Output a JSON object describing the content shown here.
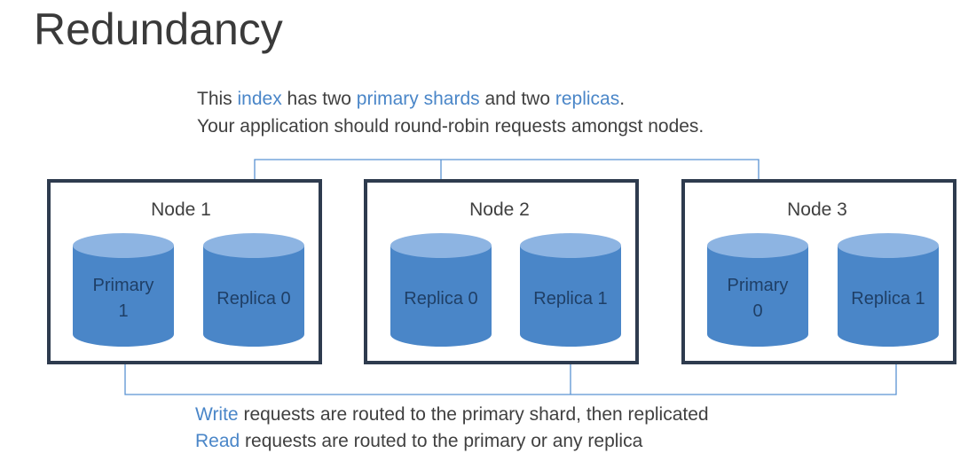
{
  "title": "Redundancy",
  "intro": {
    "line1": {
      "p1": "This ",
      "index": "index",
      "p2": " has two ",
      "primary_shards": "primary shards",
      "p3": " and two ",
      "replicas": "replicas",
      "p4": "."
    },
    "line2": "Your application should round-robin requests amongst nodes."
  },
  "nodes": [
    {
      "label": "Node 1",
      "shards": [
        {
          "line1": "Primary",
          "line2": "1"
        },
        {
          "line1": "Replica 0",
          "line2": ""
        }
      ]
    },
    {
      "label": "Node 2",
      "shards": [
        {
          "line1": "Replica 0",
          "line2": ""
        },
        {
          "line1": "Replica 1",
          "line2": ""
        }
      ]
    },
    {
      "label": "Node 3",
      "shards": [
        {
          "line1": "Primary",
          "line2": "0"
        },
        {
          "line1": "Replica 1",
          "line2": ""
        }
      ]
    }
  ],
  "footer": {
    "write_word": "Write",
    "write_rest": " requests are routed to the primary shard, then replicated",
    "read_word": "Read",
    "read_rest": " requests are routed to the primary or any replica"
  },
  "colors": {
    "highlight": "#4a86c8",
    "cylinder_body": "#4a86c8",
    "cylinder_top": "#8db4e2",
    "node_border": "#2e3b4e",
    "connector": "#5b93d3"
  }
}
